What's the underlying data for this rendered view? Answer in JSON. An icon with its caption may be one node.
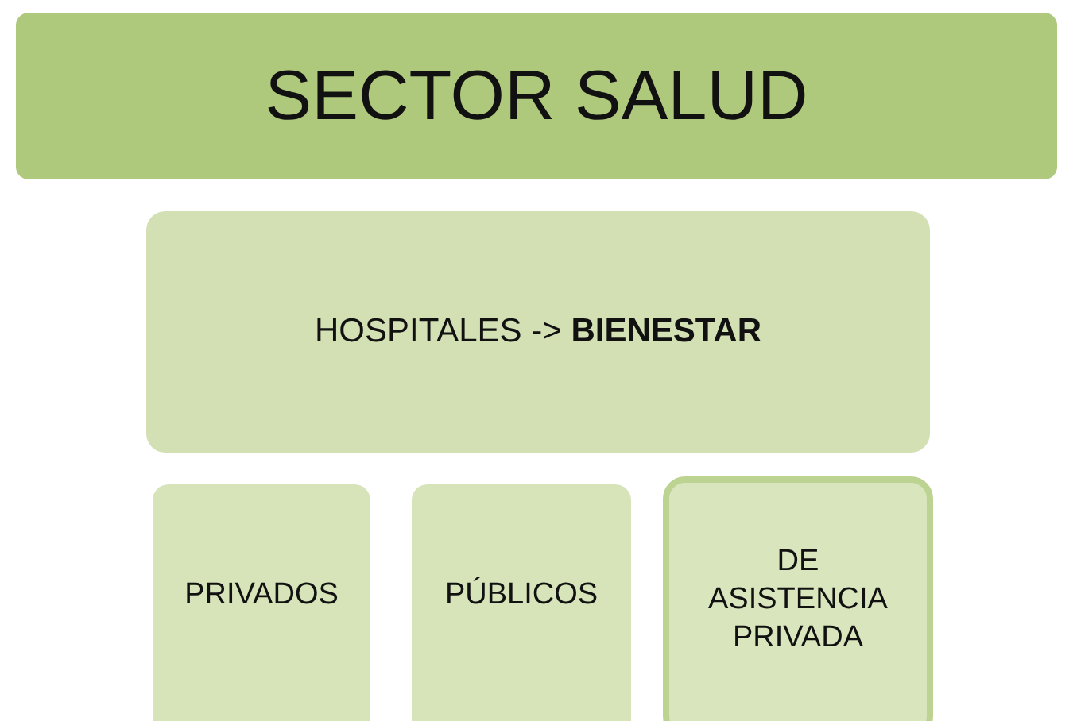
{
  "diagram": {
    "nodes": [
      {
        "text": [
          "SECTOR SALUD"
        ]
      },
      {
        "text": [
          "HOSPITALES -> **BIENESTAR**"
        ]
      },
      {
        "text": [
          "PRIVADOS"
        ]
      },
      {
        "text": [
          "PÚBLICOS"
        ]
      },
      {
        "text": [
          "DE ASISTENCIA PRIVADA"
        ]
      }
    ]
  }
}
